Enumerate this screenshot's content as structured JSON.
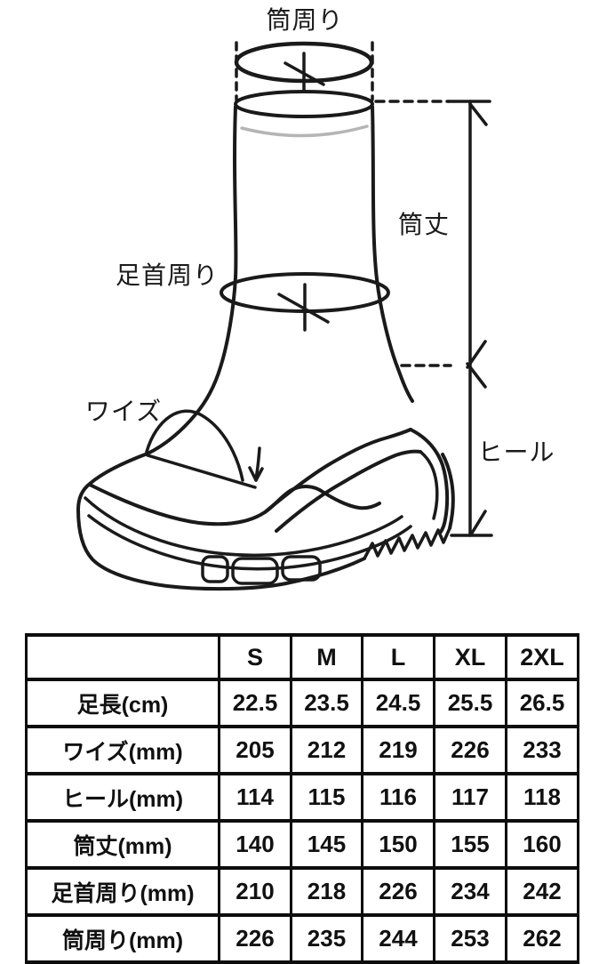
{
  "diagram": {
    "labels": {
      "tube_circumference": "筒周り",
      "tube_height": "筒丈",
      "ankle_circumference": "足首周り",
      "width": "ワイズ",
      "heel": "ヒール"
    },
    "colors": {
      "line": "#1a1a1a",
      "sock_line": "#b5b5b5",
      "background": "#ffffff"
    }
  },
  "size_table": {
    "columns": [
      "",
      "S",
      "M",
      "L",
      "XL",
      "2XL"
    ],
    "rows": [
      {
        "label": "足長(cm)",
        "values": [
          "22.5",
          "23.5",
          "24.5",
          "25.5",
          "26.5"
        ]
      },
      {
        "label": "ワイズ(mm)",
        "values": [
          "205",
          "212",
          "219",
          "226",
          "233"
        ]
      },
      {
        "label": "ヒール(mm)",
        "values": [
          "114",
          "115",
          "116",
          "117",
          "118"
        ]
      },
      {
        "label": "筒丈(mm)",
        "values": [
          "140",
          "145",
          "150",
          "155",
          "160"
        ]
      },
      {
        "label": "足首周り(mm)",
        "values": [
          "210",
          "218",
          "226",
          "234",
          "242"
        ]
      },
      {
        "label": "筒周り(mm)",
        "values": [
          "226",
          "235",
          "244",
          "253",
          "262"
        ]
      }
    ]
  }
}
